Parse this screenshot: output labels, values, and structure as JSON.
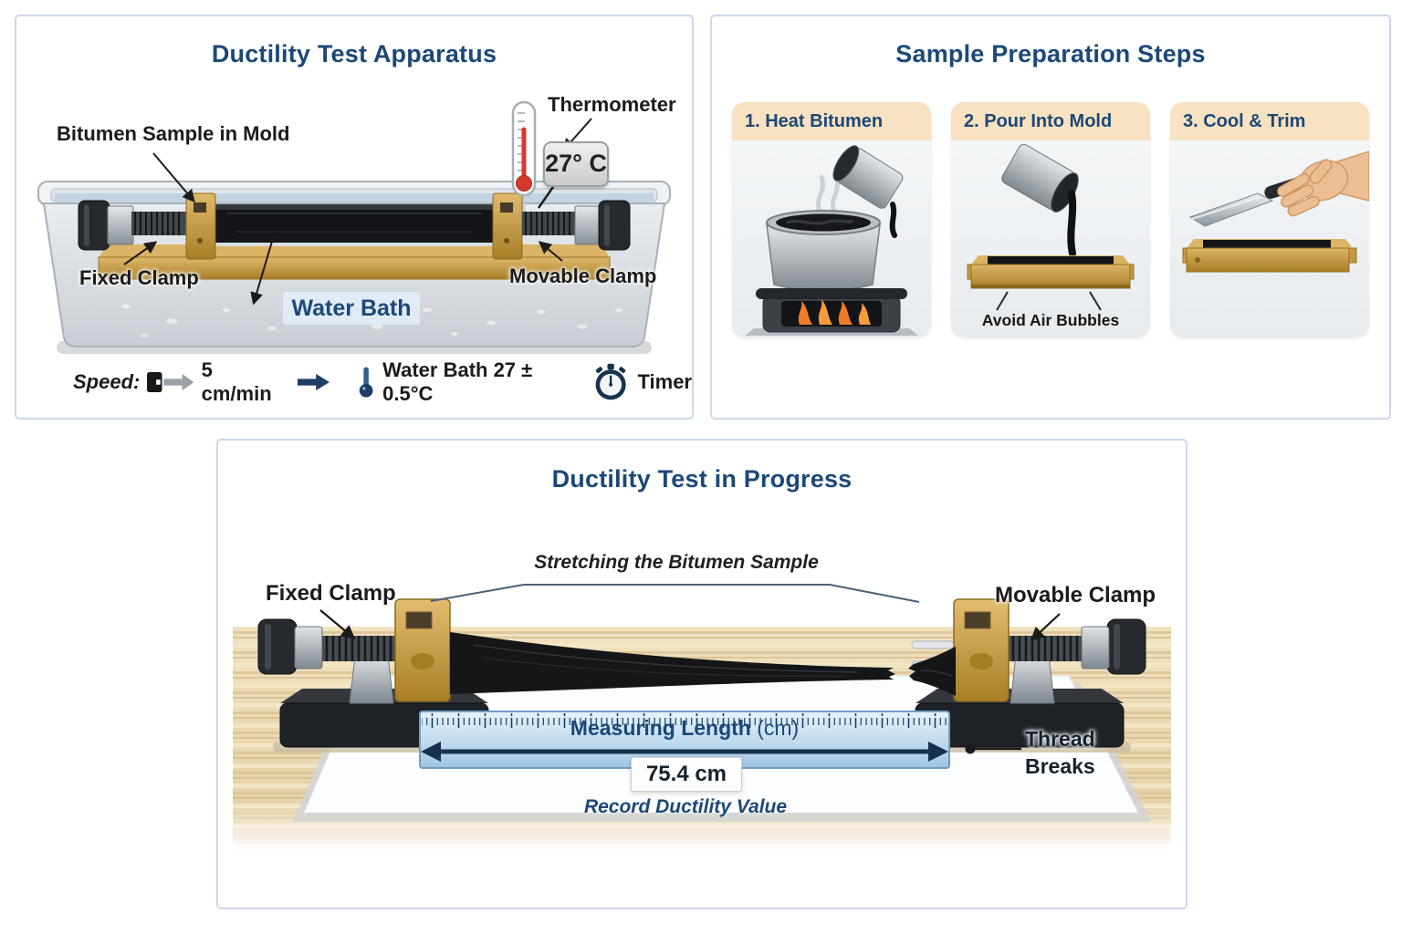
{
  "apparatus_panel": {
    "title": "Ductility Test Apparatus",
    "label_sample": "Bitumen Sample in Mold",
    "label_thermometer": "Thermometer",
    "temperature_reading": "27° C",
    "label_fixed_clamp": "Fixed Clamp",
    "label_movable_clamp": "Movable Clamp",
    "label_water_bath": "Water Bath",
    "spec_speed_label": "Speed:",
    "spec_speed_value": "5 cm/min",
    "spec_water_bath": "Water Bath 27 ± 0.5°C",
    "spec_timer": "Timer"
  },
  "preparation_panel": {
    "title": "Sample Preparation Steps",
    "steps": [
      {
        "label": "1. Heat Bitumen"
      },
      {
        "label": "2. Pour Into Mold",
        "note": "Avoid Air Bubbles"
      },
      {
        "label": "3. Cool & Trim"
      }
    ]
  },
  "test_panel": {
    "title": "Ductility Test in Progress",
    "label_stretching": "Stretching the Bitumen Sample",
    "label_fixed_clamp": "Fixed Clamp",
    "label_movable_clamp": "Movable Clamp",
    "label_measuring": "Measuring Length",
    "label_measuring_unit": "(cm)",
    "reading_value": "75.4 cm",
    "label_record": "Record Ductility Value",
    "label_thread_breaks": "Thread Breaks"
  },
  "colors": {
    "title_navy": "#1c4878",
    "label_ink": "#1b1b1b",
    "panel_border": "#ccd7e9",
    "card_header_peach": "#f8e2c1",
    "accent_arrow_navy": "#16304d",
    "reading_ink": "#15222e"
  }
}
